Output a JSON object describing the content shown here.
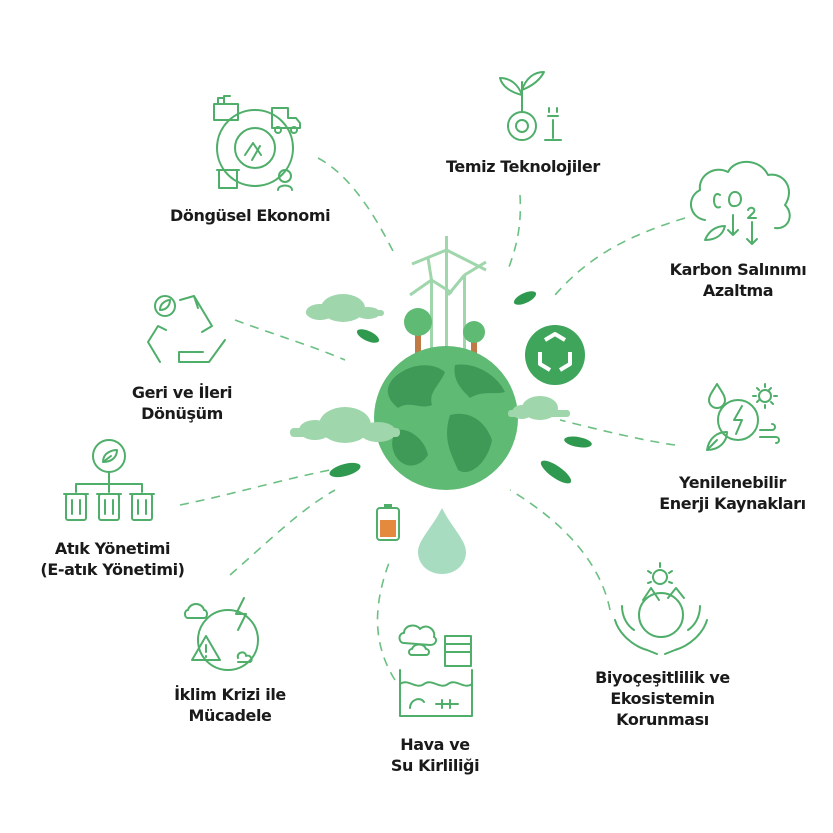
{
  "colors": {
    "icon_stroke": "#4fae6a",
    "dash": "#6cc083",
    "globe": "#5fba74",
    "continents": "#3f9a57",
    "cloud": "#9fd6ab",
    "leaf": "#2f9a4f",
    "drop": "#a8dcc0",
    "recycle_bg": "#3ea55b",
    "tree_trunk": "#c07a46",
    "battery": "#e38a3f",
    "text": "#1a1a1a"
  },
  "topics": [
    {
      "id": "temiz",
      "icon": "plant-gear-plug-icon",
      "lines": [
        "Temiz Teknolojiler"
      ]
    },
    {
      "id": "karbon",
      "icon": "co2-cloud-icon",
      "lines": [
        "Karbon Salınımı",
        "Azaltma"
      ]
    },
    {
      "id": "yenilenebilir",
      "icon": "renewable-energy-icon",
      "lines": [
        "Yenilenebilir",
        "Enerji Kaynakları"
      ]
    },
    {
      "id": "biyo",
      "icon": "hands-globe-icon",
      "lines": [
        "Biyoçeşitlilik ve",
        "Ekosistemin",
        "Korunması"
      ]
    },
    {
      "id": "hava",
      "icon": "polluted-water-icon",
      "lines": [
        "Hava ve",
        "Su Kirliliği"
      ]
    },
    {
      "id": "iklim",
      "icon": "climate-warning-icon",
      "lines": [
        "İklim Krizi ile",
        "Mücadele"
      ]
    },
    {
      "id": "atik",
      "icon": "waste-bins-icon",
      "lines": [
        "Atık Yönetimi",
        "(E-atık Yönetimi)"
      ]
    },
    {
      "id": "geri",
      "icon": "recycle-arrows-icon",
      "lines": [
        "Geri ve İleri",
        "Dönüşüm"
      ]
    },
    {
      "id": "dongusel",
      "icon": "circular-economy-icon",
      "lines": [
        "Döngüsel Ekonomi"
      ]
    }
  ]
}
